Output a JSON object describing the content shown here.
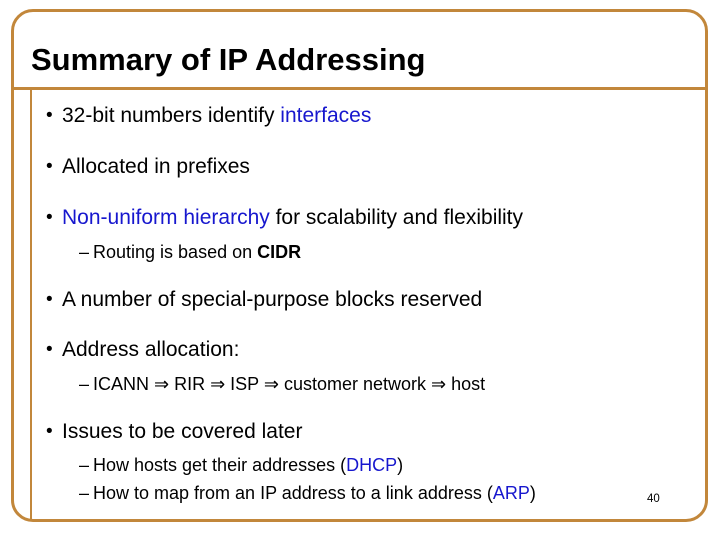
{
  "slide": {
    "title": "Summary of IP Addressing",
    "page_number": "40",
    "colors": {
      "border": "#C2873B",
      "text": "#000000",
      "highlight": "#1717CE",
      "background": "#FFFFFF"
    },
    "markers": {
      "level1": "•",
      "level2": "–"
    },
    "bullets": [
      {
        "level": 1,
        "segments": [
          {
            "text": "32-bit numbers identify ",
            "style": "normal"
          },
          {
            "text": "interfaces",
            "style": "highlight"
          }
        ]
      },
      {
        "level": 1,
        "segments": [
          {
            "text": "Allocated in prefixes",
            "style": "normal"
          }
        ]
      },
      {
        "level": 1,
        "segments": [
          {
            "text": "Non-uniform hierarchy",
            "style": "highlight"
          },
          {
            "text": " for scalability and flexibility",
            "style": "normal"
          }
        ]
      },
      {
        "level": 2,
        "segments": [
          {
            "text": "Routing is based on ",
            "style": "normal"
          },
          {
            "text": "CIDR",
            "style": "bold"
          }
        ]
      },
      {
        "level": 1,
        "segments": [
          {
            "text": "A number of special-purpose blocks reserved",
            "style": "normal"
          }
        ]
      },
      {
        "level": 1,
        "segments": [
          {
            "text": "Address allocation:",
            "style": "normal"
          }
        ]
      },
      {
        "level": 2,
        "segments": [
          {
            "text": "ICANN ⇒ RIR ⇒ ISP ⇒ customer network ⇒ host",
            "style": "normal"
          }
        ]
      },
      {
        "level": 1,
        "segments": [
          {
            "text": "Issues to be covered later",
            "style": "normal"
          }
        ]
      },
      {
        "level": 2,
        "segments": [
          {
            "text": "How hosts get their addresses (",
            "style": "normal"
          },
          {
            "text": "DHCP",
            "style": "highlight"
          },
          {
            "text": ")",
            "style": "normal"
          }
        ]
      },
      {
        "level": 2,
        "segments": [
          {
            "text": "How to map from an IP address to a link address (",
            "style": "normal"
          },
          {
            "text": "ARP",
            "style": "highlight"
          },
          {
            "text": ")",
            "style": "normal"
          }
        ]
      }
    ]
  }
}
